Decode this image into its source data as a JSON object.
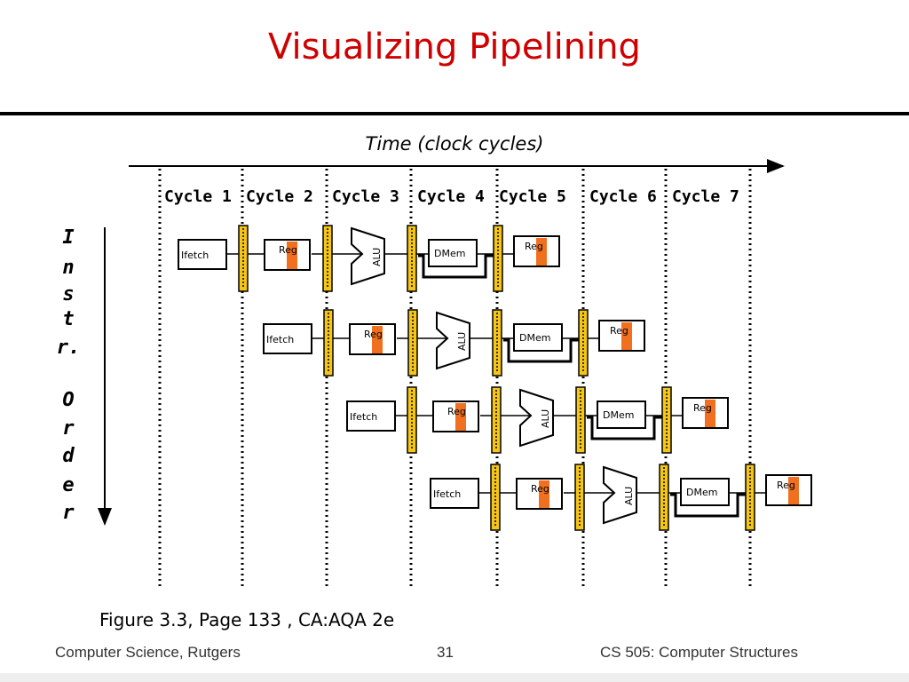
{
  "slide": {
    "title": "Visualizing Pipelining",
    "time_label": "Time (clock cycles)",
    "cycles": [
      "Cycle 1",
      "Cycle 2",
      "Cycle 3",
      "Cycle 4",
      "Cycle 5",
      "Cycle 6",
      "Cycle 7"
    ],
    "order_letters": [
      "I",
      "n",
      "s",
      "t",
      "r.",
      "O",
      "r",
      "d",
      "e",
      "r"
    ],
    "stage_labels": {
      "ifetch": "Ifetch",
      "reg": "Reg",
      "alu": "ALU",
      "dmem": "DMem"
    },
    "caption": "Figure 3.3, Page 133 , CA:AQA 2e",
    "footer_left": "Computer Science, Rutgers",
    "footer_page": "31",
    "footer_right": "CS 505: Computer Structures"
  },
  "colors": {
    "title": "#d00000",
    "pipeline_register": "#f5c518",
    "register_file_half": "#f07020"
  }
}
